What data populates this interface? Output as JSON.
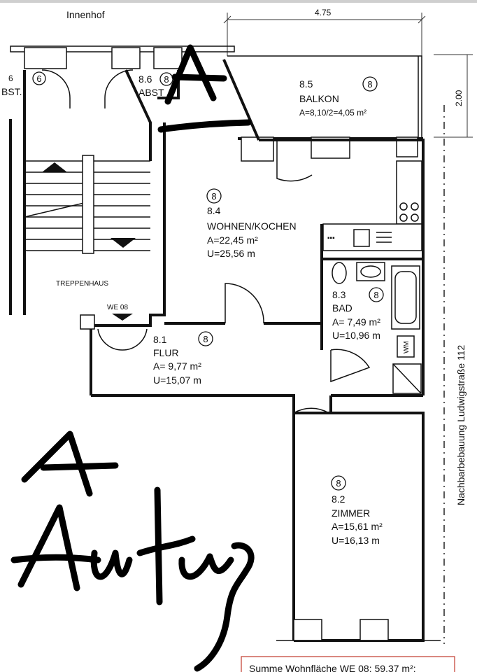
{
  "courtyard_label": "Innenhof",
  "street_label": "Nachbarbebauung Ludwigstraße 112",
  "dimensions": {
    "top_width": "4.75",
    "side_depth": "2.00"
  },
  "apartment_tag": "WE 08",
  "stairwell_label": "TREPPENHAUS",
  "storage_rooms": [
    {
      "id": "8.6",
      "label": "ABST",
      "circle": "8"
    },
    {
      "id": "",
      "label": "BST.",
      "circle": "6"
    }
  ],
  "rooms": {
    "balkon": {
      "circle": "8",
      "id": "8.5",
      "name": "BALKON",
      "area": "A=8,10/2=4,05 m²"
    },
    "wohnen": {
      "circle": "8",
      "id": "8.4",
      "name": "WOHNEN/KOCHEN",
      "area": "A=22,45 m²",
      "perimeter": "U=25,56 m"
    },
    "bad": {
      "circle": "8",
      "id": "8.3",
      "name": "BAD",
      "area": "A=  7,49 m²",
      "perimeter": "U=10,96 m"
    },
    "flur": {
      "circle": "8",
      "id": "8.1",
      "name": "FLUR",
      "area": "A=  9,77 m²",
      "perimeter": "U=15,07 m"
    },
    "zimmer": {
      "circle": "8",
      "id": "8.2",
      "name": "ZIMMER",
      "area": "A=15,61 m²",
      "perimeter": "U=16,13 m"
    }
  },
  "appliance_label": "WM",
  "summary": "Summe Wohnfläche WE 08: 59,37 m²:",
  "handwriting": {
    "mark_top": "A",
    "mark_left": "A",
    "word": "Aufzug"
  }
}
